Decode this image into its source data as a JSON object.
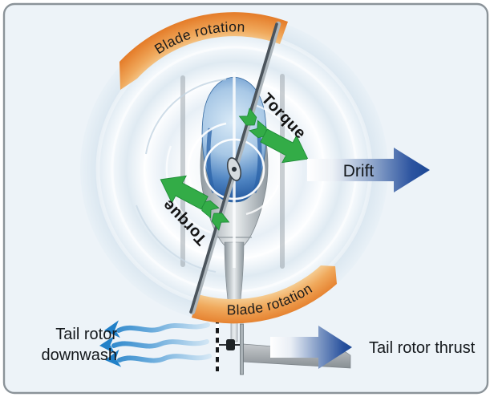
{
  "figure": {
    "subject": "helicopter-torque-and-antitorque-top-view",
    "panel_background": "#edf3f8",
    "panel_border": "#8b9399"
  },
  "labels": {
    "blade_rotation_top": "Blade rotation",
    "blade_rotation_bottom": "Blade rotation",
    "torque_upper": "Torque",
    "torque_lower": "Torque",
    "drift": "Drift",
    "downwash_line1": "Tail rotor",
    "downwash_line2": "downwash",
    "thrust": "Tail rotor thrust"
  },
  "arrows": {
    "blade_rotation_direction": "counterclockwise",
    "torque_direction": "clockwise",
    "drift_direction": "right",
    "tail_rotor_thrust_direction": "right",
    "tail_rotor_downwash_direction": "left"
  },
  "colors": {
    "band_orange_dark": "#e47b28",
    "band_orange_mid": "#f0a95c",
    "band_orange_light": "#f7d9a6",
    "torque_green": "#33ac47",
    "arrow_blue_dark": "#1b4794",
    "downwash_blue": "#2180c8",
    "canopy_blue": "#2f64a8",
    "fuselage_gray": "#8f999f"
  }
}
